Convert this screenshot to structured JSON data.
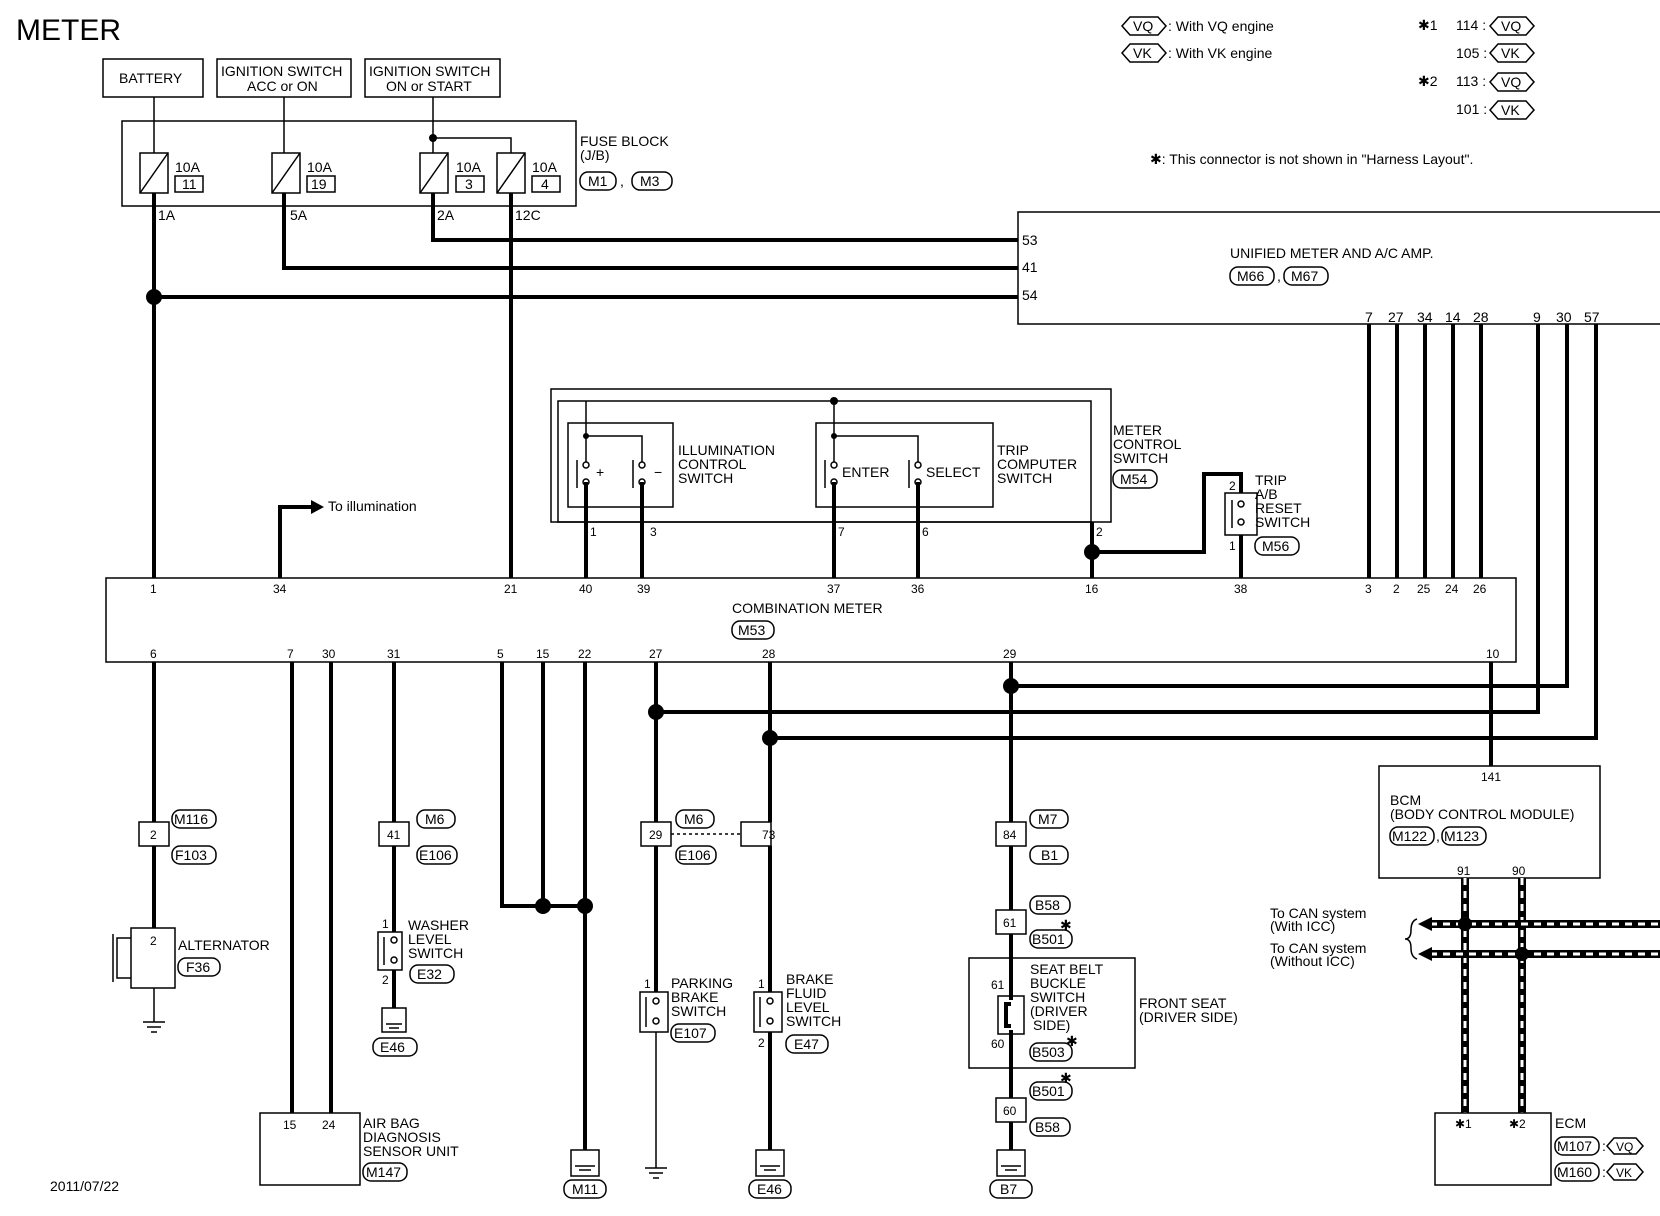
{
  "title": "METER",
  "date": "2011/07/22",
  "legend": {
    "vq_tag": "VQ",
    "vq_text": ": With VQ engine",
    "vk_tag": "VK",
    "vk_text": ": With VK engine",
    "note1_mark": "✱1",
    "note1_a": "114 :",
    "note1_b": "105 :",
    "note2_mark": "✱2",
    "note2_a": "113 :",
    "note2_b": "101 :",
    "footnote": "✱: This connector is not shown in \"Harness Layout\"."
  },
  "sources": {
    "battery": "BATTERY",
    "ign_acc_1": "IGNITION SWITCH",
    "ign_acc_2": "ACC or ON",
    "ign_on_1": "IGNITION SWITCH",
    "ign_on_2": "ON or START"
  },
  "fuse_block": {
    "label_1": "FUSE BLOCK",
    "label_2": "(J/B)",
    "conn_a": "M1",
    "conn_b": "M3",
    "fuses": [
      {
        "amp": "10A",
        "num": "11",
        "out": "1A"
      },
      {
        "amp": "10A",
        "num": "19",
        "out": "5A"
      },
      {
        "amp": "10A",
        "num": "3",
        "out": "2A"
      },
      {
        "amp": "10A",
        "num": "4",
        "out": "12C"
      }
    ]
  },
  "unified_meter": {
    "label": "UNIFIED METER AND A/C AMP.",
    "conn_a": "M66",
    "conn_b": "M67",
    "pins_left": [
      "53",
      "41",
      "54"
    ],
    "pins_bottom": [
      "7",
      "27",
      "34",
      "14",
      "28",
      "9",
      "30",
      "57"
    ]
  },
  "meter_control_switch": {
    "label_1": "METER",
    "label_2": "CONTROL",
    "label_3": "SWITCH",
    "conn": "M54",
    "illum_1": "ILLUMINATION",
    "illum_2": "CONTROL",
    "illum_3": "SWITCH",
    "plus": "+",
    "minus": "−",
    "trip_1": "TRIP",
    "trip_2": "COMPUTER",
    "trip_3": "SWITCH",
    "enter": "ENTER",
    "select": "SELECT",
    "pins": [
      "1",
      "3",
      "7",
      "6",
      "2"
    ]
  },
  "trip_reset": {
    "l1": "TRIP",
    "l2": "A/B",
    "l3": "RESET",
    "l4": "SWITCH",
    "conn": "M56",
    "pin_top": "2",
    "pin_bot": "1"
  },
  "to_illumination": "To illumination",
  "combination_meter": {
    "label": "COMBINATION METER",
    "conn": "M53",
    "top_pins": [
      "1",
      "34",
      "21",
      "40",
      "39",
      "37",
      "36",
      "16",
      "38",
      "3",
      "2",
      "25",
      "24",
      "26"
    ],
    "bottom_pins": [
      "6",
      "7",
      "30",
      "31",
      "5",
      "15",
      "22",
      "27",
      "28",
      "29",
      "10"
    ]
  },
  "alternator": {
    "pin_top": "2",
    "conn_a": "M116",
    "conn_b": "F103",
    "pin_unit": "2",
    "label": "ALTERNATOR",
    "conn": "F36"
  },
  "airbag": {
    "pin_a": "15",
    "pin_b": "24",
    "l1": "AIR BAG",
    "l2": "DIAGNOSIS",
    "l3": "SENSOR UNIT",
    "conn": "M147"
  },
  "washer": {
    "pin": "41",
    "conn_a": "M6",
    "conn_b": "E106",
    "l1": "WASHER",
    "l2": "LEVEL",
    "l3": "SWITCH",
    "conn": "E32",
    "p1": "1",
    "p2": "2",
    "ground": "E46"
  },
  "ground_m11": "M11",
  "parking": {
    "pin": "29",
    "conn_a": "M6",
    "conn_b": "E106",
    "l1": "PARKING",
    "l2": "BRAKE",
    "l3": "SWITCH",
    "conn": "E107",
    "p1": "1"
  },
  "brake_fluid": {
    "pin": "73",
    "l1": "BRAKE",
    "l2": "FLUID",
    "l3": "LEVEL",
    "l4": "SWITCH",
    "conn": "E47",
    "p1": "1",
    "p2": "2",
    "ground": "E46"
  },
  "seat_belt": {
    "pin_a": "84",
    "conn_a": "M7",
    "conn_b": "B1",
    "pin_b": "61",
    "conn_c": "B58",
    "conn_d": "B501",
    "sw_pin_top": "61",
    "sw_pin_bot": "60",
    "l1": "SEAT BELT",
    "l2": "BUCKLE",
    "l3": "SWITCH",
    "l4": "(DRIVER",
    "l5": "SIDE)",
    "conn": "B503",
    "front_1": "FRONT SEAT",
    "front_2": "(DRIVER SIDE)",
    "conn_e": "B501",
    "pin_c": "60",
    "conn_f": "B58",
    "ground": "B7",
    "star": "✱"
  },
  "bcm": {
    "pin": "141",
    "l1": "BCM",
    "l2": "(BODY CONTROL MODULE)",
    "conn_a": "M122",
    "conn_b": "M123",
    "pin_a": "91",
    "pin_b": "90"
  },
  "can": {
    "l1": "To CAN system",
    "l2": "(With ICC)",
    "l3": "To CAN system",
    "l4": "(Without ICC)"
  },
  "ecm": {
    "pin_a": "✱1",
    "pin_b": "✱2",
    "label": "ECM",
    "conn_a": "M107",
    "conn_b": "M160",
    "tag_a": "VQ",
    "tag_b": "VK"
  }
}
